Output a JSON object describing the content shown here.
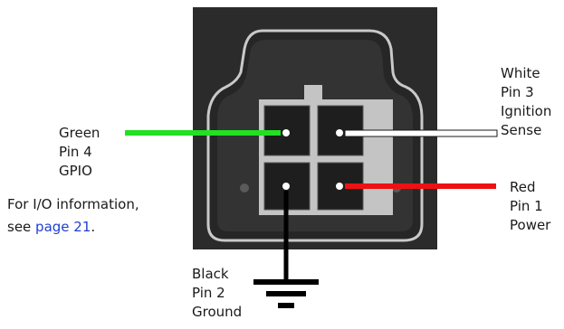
{
  "connector": {
    "pins": [
      {
        "pin": "4",
        "color_name": "Green",
        "lines": [
          "Green",
          "Pin 4",
          "GPIO"
        ],
        "wire_color": "#22e022"
      },
      {
        "pin": "3",
        "color_name": "White",
        "lines": [
          "White",
          "Pin 3",
          "Ignition",
          "Sense"
        ],
        "wire_color": "#ffffff"
      },
      {
        "pin": "1",
        "color_name": "Red",
        "lines": [
          "Red",
          "Pin 1",
          "Power"
        ],
        "wire_color": "#ee1111"
      },
      {
        "pin": "2",
        "color_name": "Black",
        "lines": [
          "Black",
          "Pin 2",
          "Ground"
        ],
        "wire_color": "#000000"
      }
    ]
  },
  "note": {
    "line1": "For I/O information,",
    "line2_prefix": "see ",
    "link_text": "page 21",
    "line2_suffix": "."
  },
  "colors": {
    "housing_dark": "#2b2b2b",
    "housing_outline": "#c9c9c9",
    "pin_block": "#c4c4c4",
    "pin_cell": "#1e1e1e",
    "link": "#1f3fd6"
  }
}
